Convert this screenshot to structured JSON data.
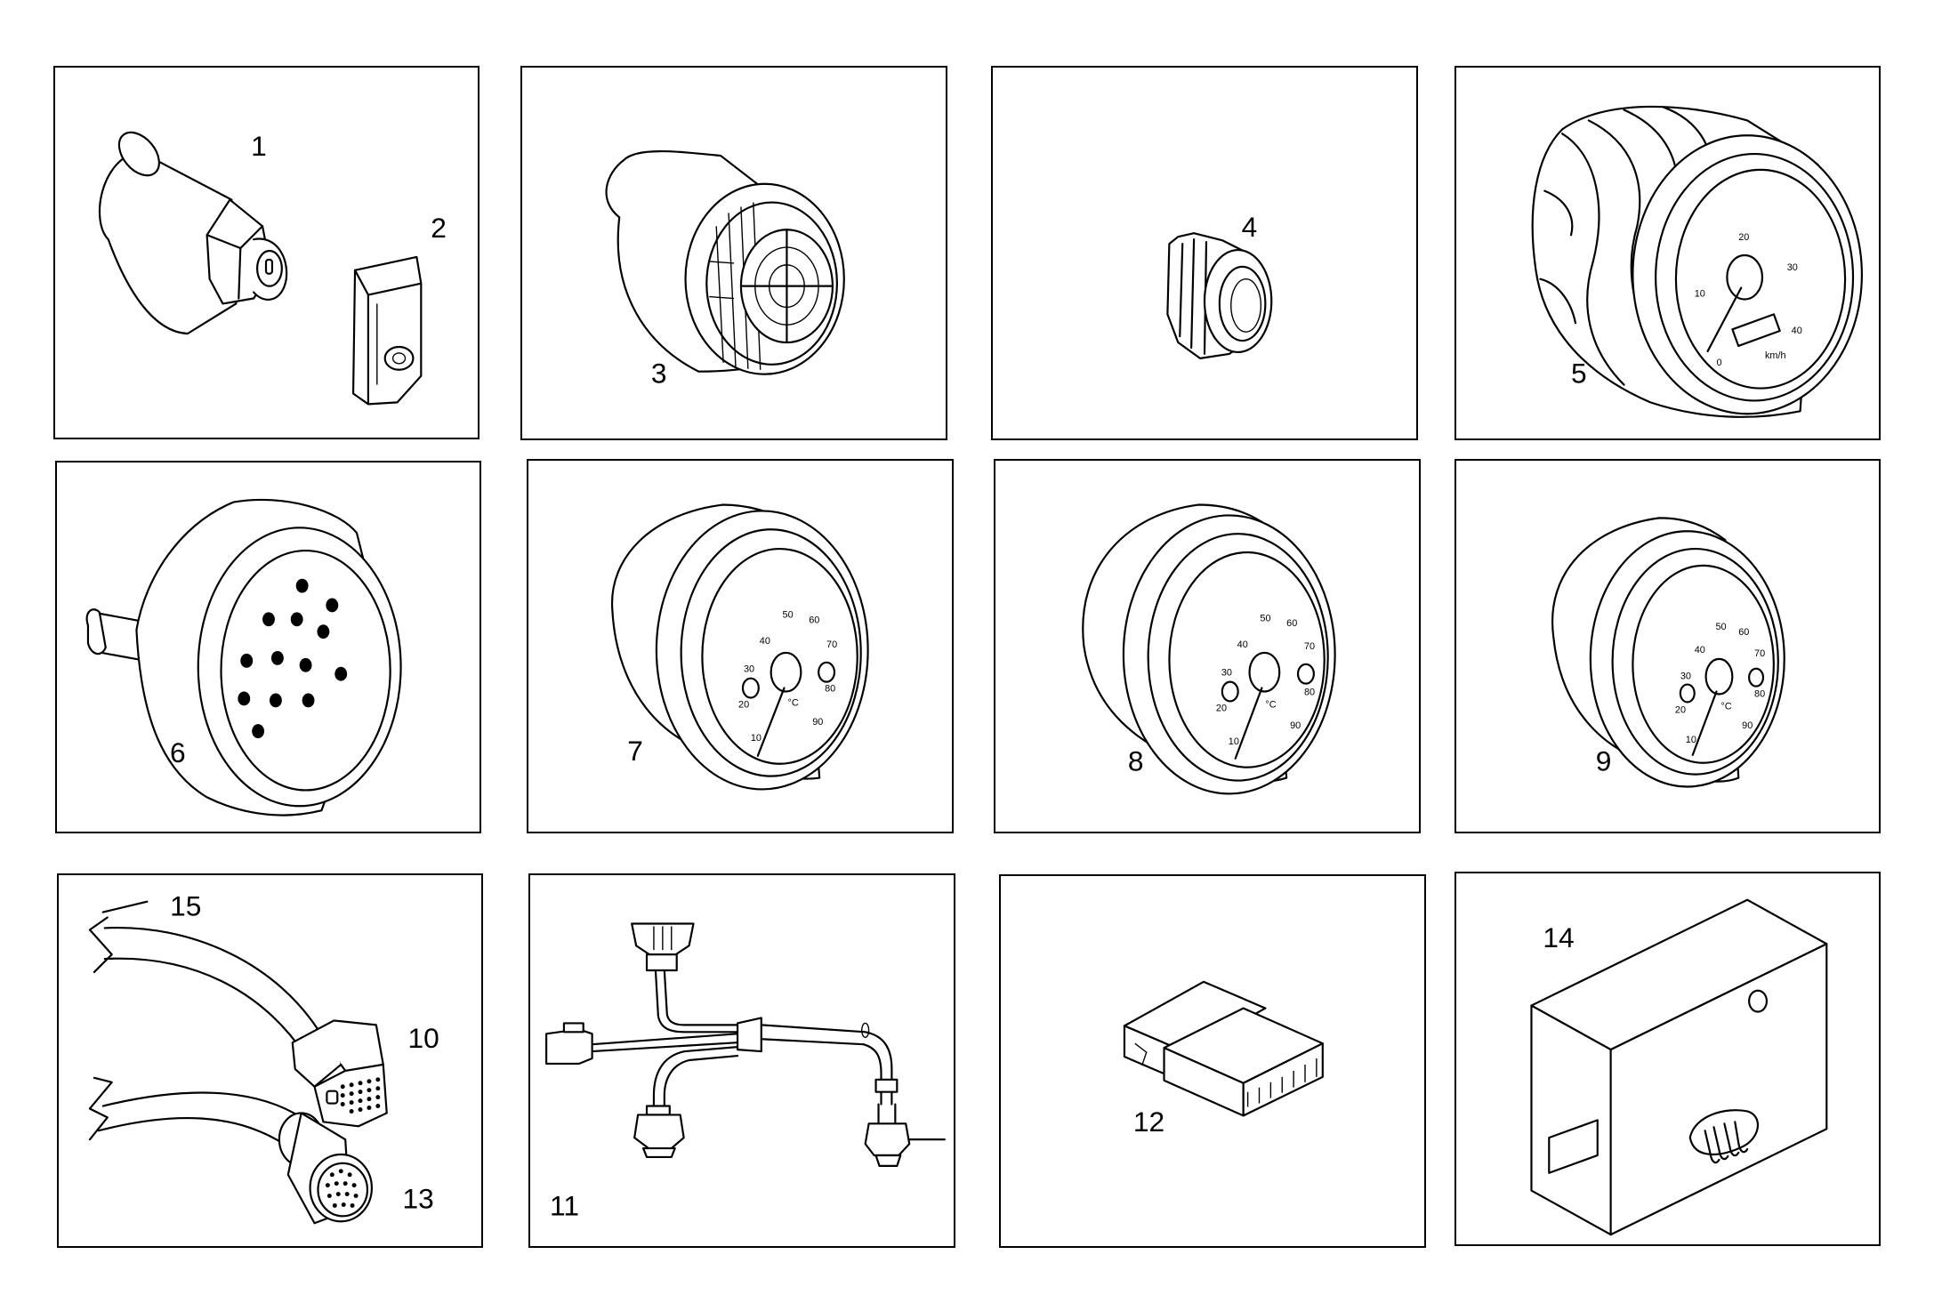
{
  "callouts": {
    "p1": "1",
    "p2": "2",
    "p3": "3",
    "p4": "4",
    "p5": "5",
    "p6": "6",
    "p7": "7",
    "p8": "8",
    "p9": "9",
    "p10": "10",
    "p11": "11",
    "p12": "12",
    "p13": "13",
    "p14": "14",
    "p15": "15"
  },
  "gauges": {
    "speedometer": {
      "ticks": [
        "0",
        "10",
        "20",
        "30",
        "40"
      ],
      "unit": "km/h"
    },
    "temperature": {
      "ticks": [
        "10",
        "20",
        "30",
        "40",
        "50",
        "60",
        "70",
        "80",
        "90"
      ],
      "unit": "°C"
    }
  },
  "colors": {
    "ink": "#000000",
    "paper": "#ffffff"
  }
}
